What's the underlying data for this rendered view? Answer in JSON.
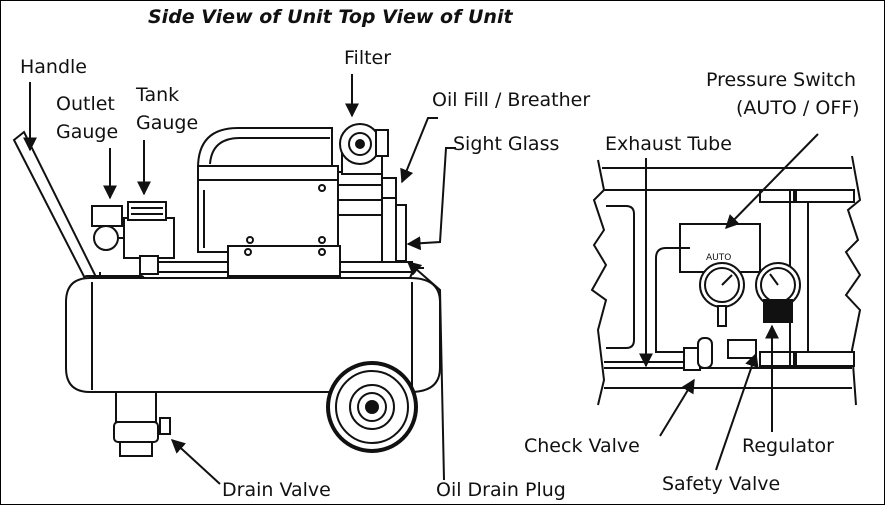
{
  "title": "Side View of Unit Top View of Unit",
  "labels": {
    "handle": "Handle",
    "outlet_gauge_1": "Outlet",
    "outlet_gauge_2": "Gauge",
    "tank_gauge_1": "Tank",
    "tank_gauge_2": "Gauge",
    "filter": "Filter",
    "oil_fill": "Oil Fill / Breather",
    "sight_glass": "Sight Glass",
    "exhaust_tube": "Exhaust Tube",
    "pressure_switch_1": "Pressure Switch",
    "pressure_switch_2": "(AUTO / OFF)",
    "check_valve": "Check Valve",
    "regulator": "Regulator",
    "safety_valve": "Safety Valve",
    "drain_valve": "Drain Valve",
    "oil_drain_plug": "Oil Drain Plug",
    "auto_mark": "AUTO"
  }
}
